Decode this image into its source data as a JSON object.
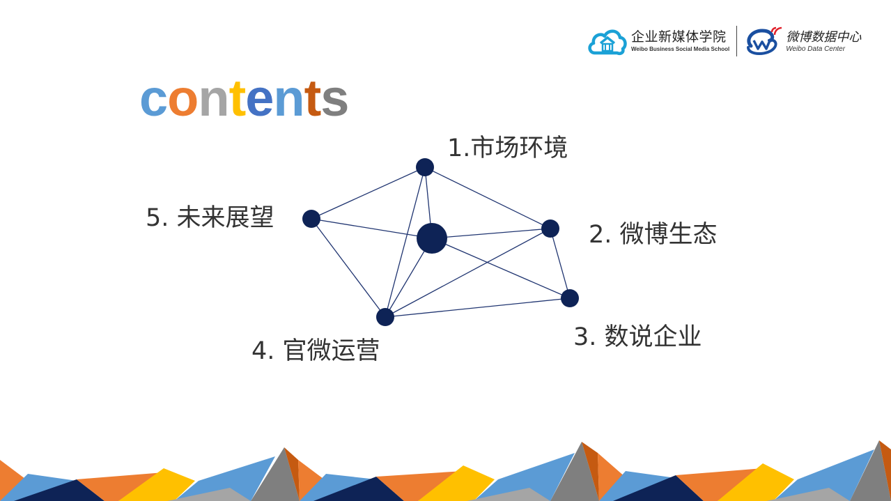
{
  "logos": {
    "school_cn": "企业新媒体学院",
    "school_en": "Weibo Business Social Media School",
    "data_center_cn": "微博数据中心",
    "data_center_en": "Weibo Data Center",
    "icons": [
      "house-cloud-icon",
      "weibo-data-icon"
    ]
  },
  "title": {
    "letters": [
      {
        "char": "c",
        "color": "#5B9BD5"
      },
      {
        "char": "o",
        "color": "#ED7D31"
      },
      {
        "char": "n",
        "color": "#A5A5A5"
      },
      {
        "char": "t",
        "color": "#FFC000"
      },
      {
        "char": "e",
        "color": "#4472C4"
      },
      {
        "char": "n",
        "color": "#5B9BD5"
      },
      {
        "char": "t",
        "color": "#C55A11"
      },
      {
        "char": "s",
        "color": "#7F7F7F"
      }
    ]
  },
  "diagram": {
    "node_color": "#0E2356",
    "edge_color": "#1F3470",
    "nodes": [
      {
        "id": "hub"
      },
      {
        "id": "n1",
        "label": "1.市场环境"
      },
      {
        "id": "n2",
        "label": "2. 微博生态"
      },
      {
        "id": "n3",
        "label": "3. 数说企业"
      },
      {
        "id": "n4",
        "label": "4. 官微运营"
      },
      {
        "id": "n5",
        "label": "5. 未来展望"
      }
    ],
    "edges": [
      [
        "n1",
        "n5"
      ],
      [
        "n1",
        "n2"
      ],
      [
        "n1",
        "hub"
      ],
      [
        "n1",
        "n4"
      ],
      [
        "n5",
        "hub"
      ],
      [
        "n5",
        "n4"
      ],
      [
        "hub",
        "n2"
      ],
      [
        "hub",
        "n4"
      ],
      [
        "hub",
        "n3"
      ],
      [
        "n2",
        "n3"
      ],
      [
        "n2",
        "n4"
      ],
      [
        "n3",
        "n4"
      ]
    ]
  },
  "footer": {
    "colors": [
      "#ED7D31",
      "#5B9BD5",
      "#FFC000",
      "#0E2356",
      "#7F7F7F",
      "#A5A5A5",
      "#C55A11"
    ]
  }
}
